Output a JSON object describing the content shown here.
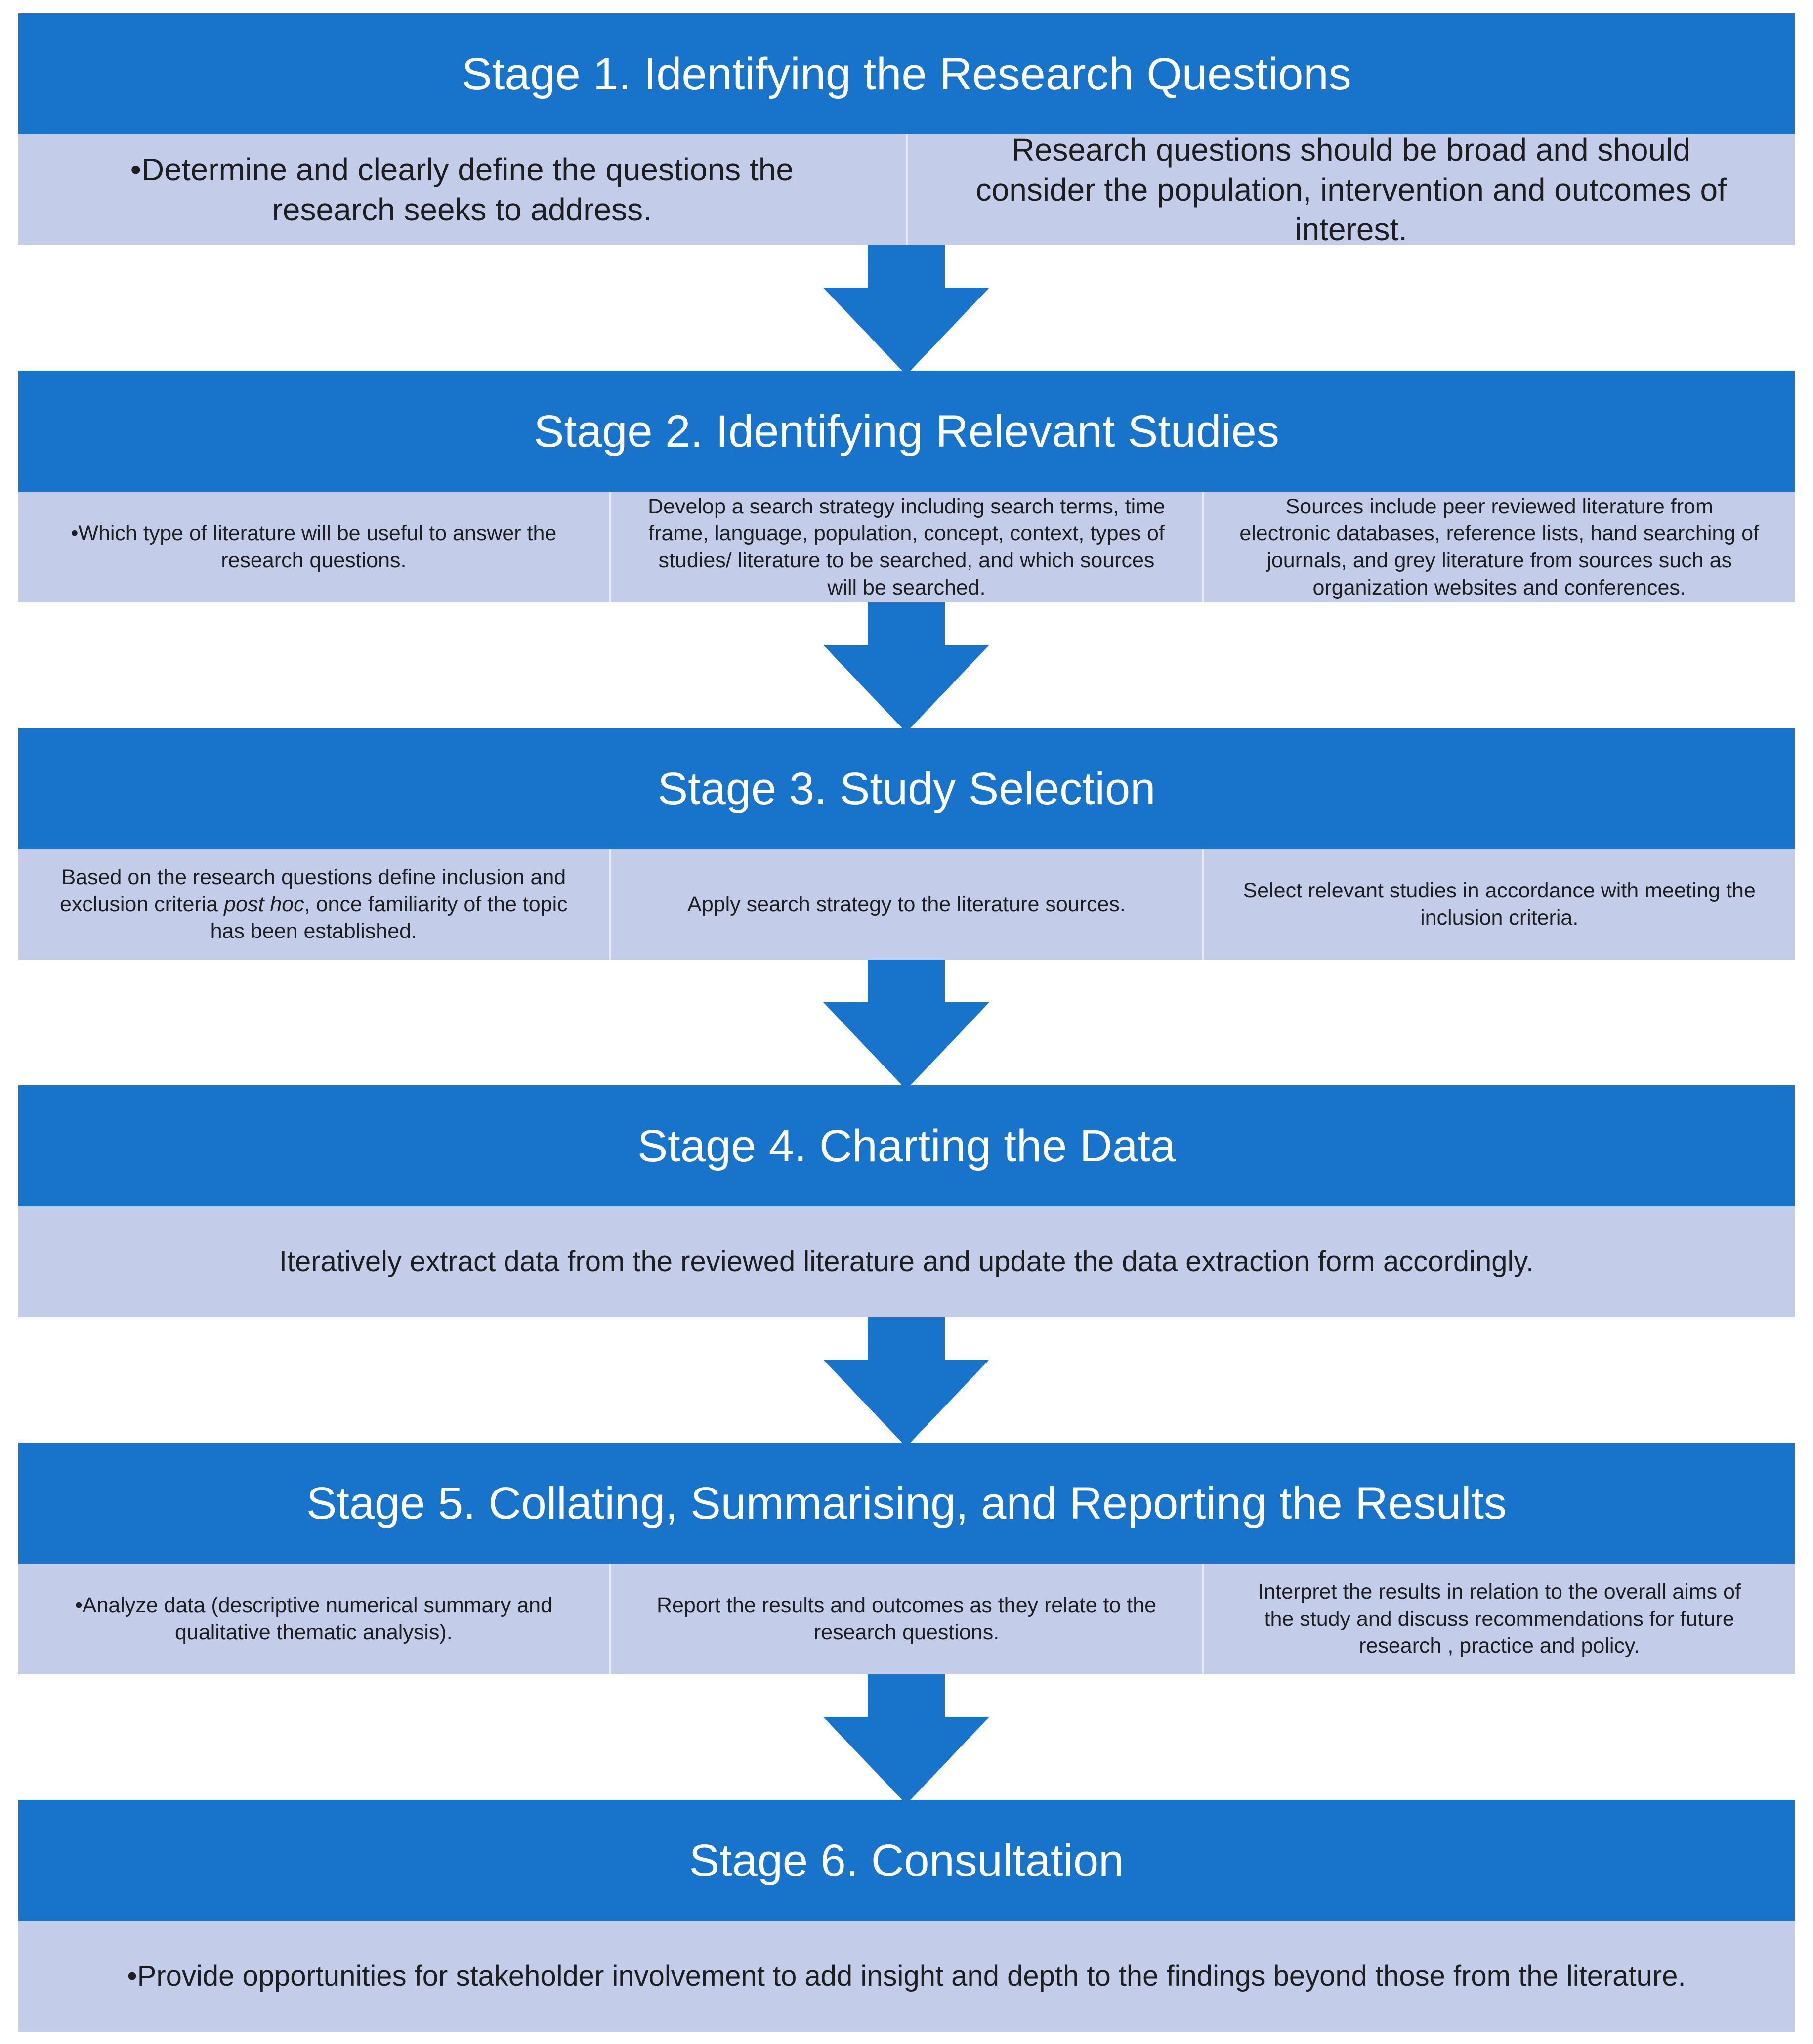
{
  "stages": [
    {
      "title": "Stage 1. Identifying the Research Questions",
      "cells": [
        "•Determine and clearly define the questions the\nresearch seeks to address.",
        "Research questions should be broad and should\nconsider the population, intervention and outcomes of\ninterest."
      ]
    },
    {
      "title": "Stage 2. Identifying Relevant Studies",
      "cells": [
        "•Which type of literature will be useful to answer the\nresearch questions.",
        "Develop a search strategy including search terms, time\nframe, language, population, concept, context, types of\nstudies/ literature to be searched, and which sources\nwill be searched.",
        "Sources include peer reviewed literature from\nelectronic databases, reference lists, hand searching of\njournals, and grey literature from sources such as\norganization websites and conferences."
      ]
    },
    {
      "title": "Stage 3. Study Selection",
      "cells": [
        {
          "line1": "Based on the  research questions define inclusion and",
          "line2_before": "exclusion criteria ",
          "line2_italic": "post hoc",
          "line2_after": ", once familiarity of the topic",
          "line3": "has been established."
        },
        "Apply search strategy to the literature sources.",
        "Select  relevant studies in accordance with meeting the\ninclusion criteria."
      ]
    },
    {
      "title": "Stage 4. Charting the Data",
      "cells": [
        "Iteratively extract data from the reviewed literature  and update the data extraction form accordingly."
      ]
    },
    {
      "title": "Stage 5. Collating, Summarising, and Reporting the Results",
      "cells": [
        "•Analyze data (descriptive numerical summary and\nqualitative thematic analysis).",
        "Report the results and outcomes as  they relate to the\nresearch questions.",
        "Interpret the results  in relation to the overall aims of\nthe study and discuss  recommendations for future\nresearch , practice and policy."
      ]
    },
    {
      "title": "Stage 6. Consultation",
      "cells": [
        "•Provide opportunities for stakeholder involvement to add insight and depth to the findings beyond those from the literature."
      ]
    }
  ],
  "colors": {
    "header": "#1874cb",
    "cell": "#c3cce8",
    "arrow": "#1874cb",
    "header_text": "#ffffff",
    "cell_text": "#1e1e1e"
  }
}
